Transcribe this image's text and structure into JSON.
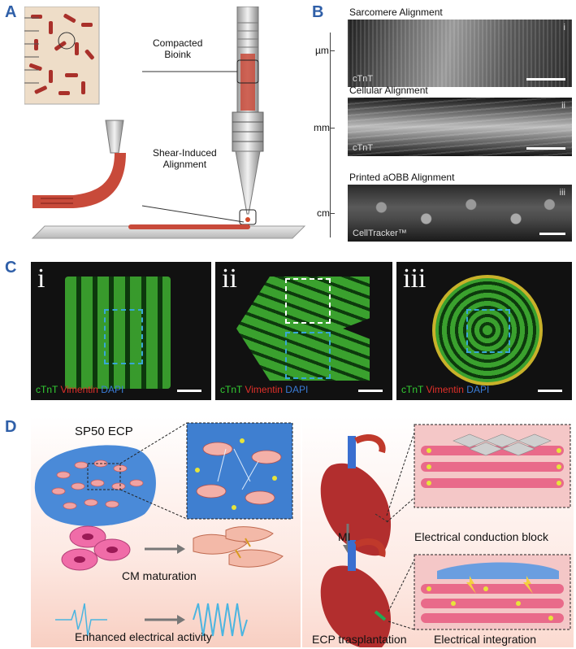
{
  "figure": {
    "panels": {
      "A": {
        "label": "A",
        "annot_top": "Compacted\nBioink",
        "annot_bottom": "Shear-Induced\nAlignment"
      },
      "B": {
        "label": "B",
        "scale_labels": [
          "µm",
          "mm",
          "cm"
        ],
        "images": [
          {
            "title": "Sarcomere Alignment",
            "roman": "i",
            "stain": "cTnT"
          },
          {
            "title": "Cellular Alignment",
            "roman": "ii",
            "stain": "cTnT"
          },
          {
            "title": "Printed aOBB Alignment",
            "roman": "iii",
            "stain": "CellTracker™"
          }
        ]
      },
      "C": {
        "label": "C",
        "images": [
          {
            "roman": "i"
          },
          {
            "roman": "ii"
          },
          {
            "roman": "iii"
          }
        ],
        "legend": {
          "ctnt": "cTnT",
          "vimentin": "Vimentin",
          "dapi": "DAPI"
        },
        "colors": {
          "ctnt": "#33cc33",
          "vimentin": "#e0302a",
          "dapi": "#3a7bd5"
        }
      },
      "D": {
        "label": "D",
        "title": "SP50 ECP",
        "cm_maturation": "CM maturation",
        "enhanced": "Enhanced electrical activity",
        "mi": "MI",
        "block": "Electrical conduction block",
        "transplant": "ECP trasplantation",
        "integration": "Electrical integration"
      }
    }
  }
}
